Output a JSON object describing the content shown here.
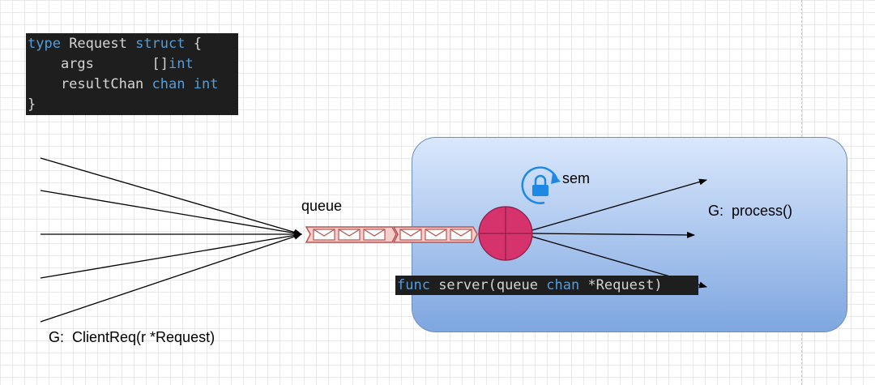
{
  "code_struct": {
    "line1": {
      "kw1": "type",
      "text1": " Request ",
      "kw2": "struct",
      "text2": " {"
    },
    "line2": {
      "text": "    args       []",
      "kw": "int"
    },
    "line3": {
      "text1": "    resultChan ",
      "kw1": "chan",
      "text2": " ",
      "kw2": "int"
    },
    "line4": {
      "text": "}"
    }
  },
  "labels": {
    "queue": "queue",
    "sem": "sem",
    "process": "G:  process()",
    "client": "G:  ClientReq(r *Request)"
  },
  "func_sig": {
    "kw1": "func",
    "text1": " server(queue ",
    "kw2": "chan",
    "text2": " *Request)"
  },
  "colors": {
    "server_box_top": "#dae8fc",
    "server_box_bottom": "#7ea6e0",
    "server_box_border": "#6c8ebf",
    "queue_fill": "#f8cecc",
    "queue_border": "#b85450",
    "server_node": "#d6336c",
    "lock_icon": "#1e88e5",
    "keyword": "#569cd6"
  },
  "icons": {
    "lock": "lock-icon",
    "envelope": "envelope-icon"
  }
}
